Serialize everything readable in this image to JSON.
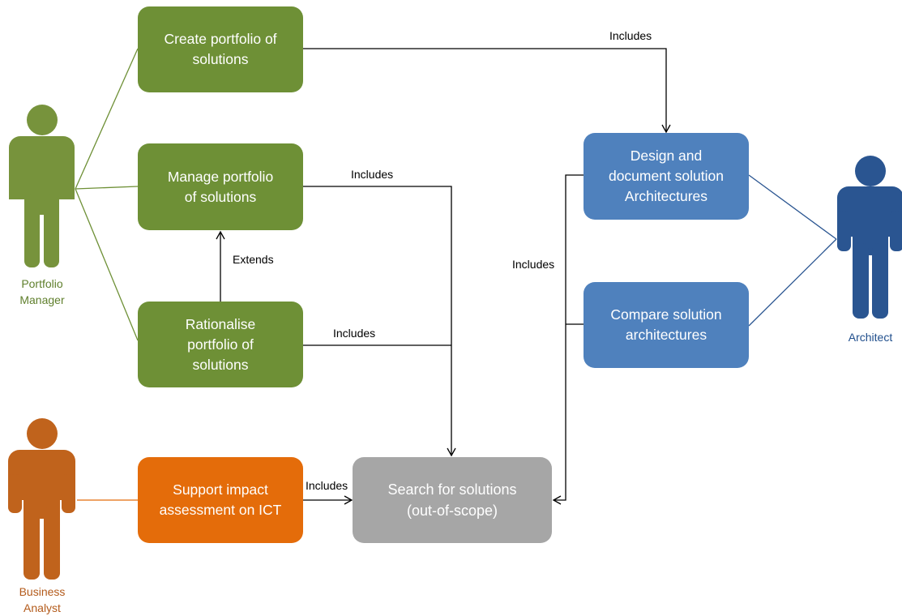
{
  "colors": {
    "green": "#6e9036",
    "blue": "#4f81bd",
    "orange": "#e46c0a",
    "gray": "#a6a6a6",
    "actor_green": "#77933c",
    "actor_blue": "#2a5591",
    "actor_orange": "#c0631c",
    "label_green": "#5f7f2c",
    "label_blue": "#1f4e8c",
    "label_orange": "#b35a1a"
  },
  "actors": {
    "portfolio_manager": "Portfolio\nManager",
    "business_analyst": "Business\nAnalyst",
    "architect": "Architect"
  },
  "use_cases": {
    "create_portfolio": "Create portfolio of\nsolutions",
    "manage_portfolio": "Manage portfolio\nof solutions",
    "rationalise_portfolio": "Rationalise\nportfolio of\nsolutions",
    "support_impact": "Support impact\nassessment on ICT",
    "search_solutions": "Search for solutions\n(out-of-scope)",
    "design_document": "Design and\ndocument solution\nArchitectures",
    "compare_architectures": "Compare solution\narchitectures"
  },
  "relations": {
    "create_includes_design": "Includes",
    "manage_includes_search": "Includes",
    "rationalise_extends_manage": "Extends",
    "rationalise_includes_search": "Includes",
    "support_includes_search": "Includes",
    "architect_includes_search": "Includes"
  }
}
